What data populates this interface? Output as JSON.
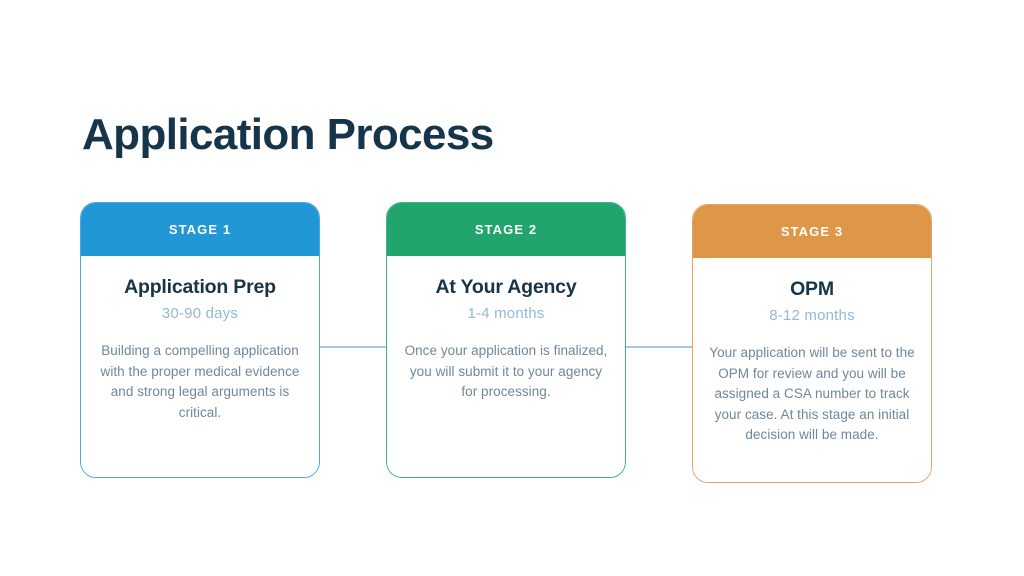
{
  "page": {
    "title": "Application Process",
    "background_color": "#ffffff",
    "title_color": "#16344a"
  },
  "colors": {
    "stage_1": "#2297d6",
    "stage_2": "#22a46d",
    "stage_3": "#de9746",
    "connector": "#a8c6dd",
    "duration_text": "#93b8d8",
    "body_text": "#6f8799",
    "heading_text": "#16344a"
  },
  "stages": [
    {
      "stage_label": "STAGE 1",
      "title": "Application Prep",
      "duration": "30-90 days",
      "description": "Building a compelling application with the proper medical evidence and strong legal arguments is critical.",
      "accent_color": "#2297d6"
    },
    {
      "stage_label": "STAGE 2",
      "title": "At Your Agency",
      "duration": "1-4 months",
      "description": "Once your application is finalized, you will submit it to your agency for processing.",
      "accent_color": "#22a46d"
    },
    {
      "stage_label": "STAGE 3",
      "title": "OPM",
      "duration": "8-12 months",
      "description": "Your application will be sent to the OPM for review and you will be assigned a CSA number to track your case. At this stage an initial decision will be made.",
      "accent_color": "#de9746"
    }
  ]
}
